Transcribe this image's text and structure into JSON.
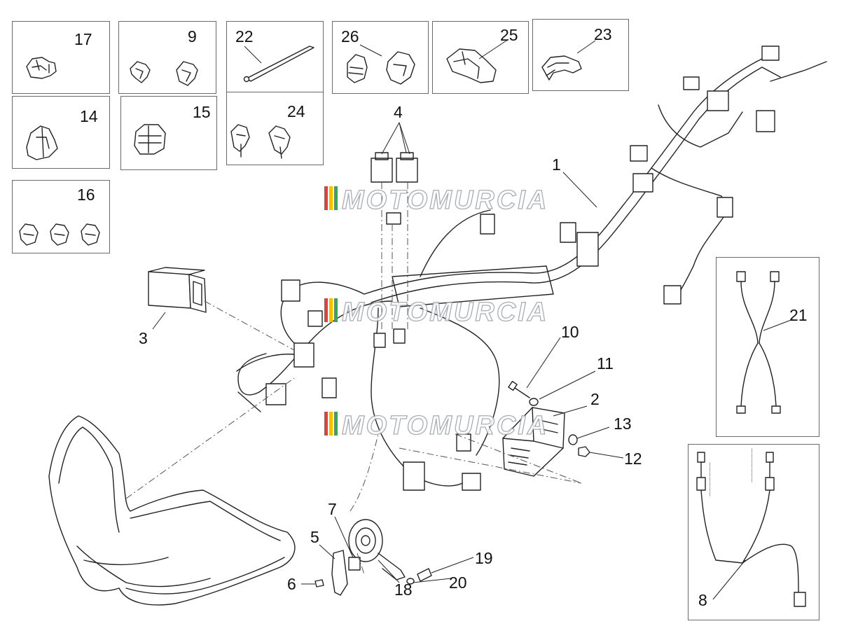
{
  "diagram": {
    "watermark": "MOTOMURCIA",
    "parts": {
      "p1": "1",
      "p2": "2",
      "p3": "3",
      "p4": "4",
      "p5": "5",
      "p6": "6",
      "p7": "7",
      "p8": "8",
      "p9": "9",
      "p10": "10",
      "p11": "11",
      "p12": "12",
      "p13": "13",
      "p14": "14",
      "p15": "15",
      "p16": "16",
      "p17": "17",
      "p18": "18",
      "p19": "19",
      "p20": "20",
      "p21": "21",
      "p22": "22",
      "p23": "23",
      "p24": "24",
      "p25": "25",
      "p26": "26"
    }
  }
}
